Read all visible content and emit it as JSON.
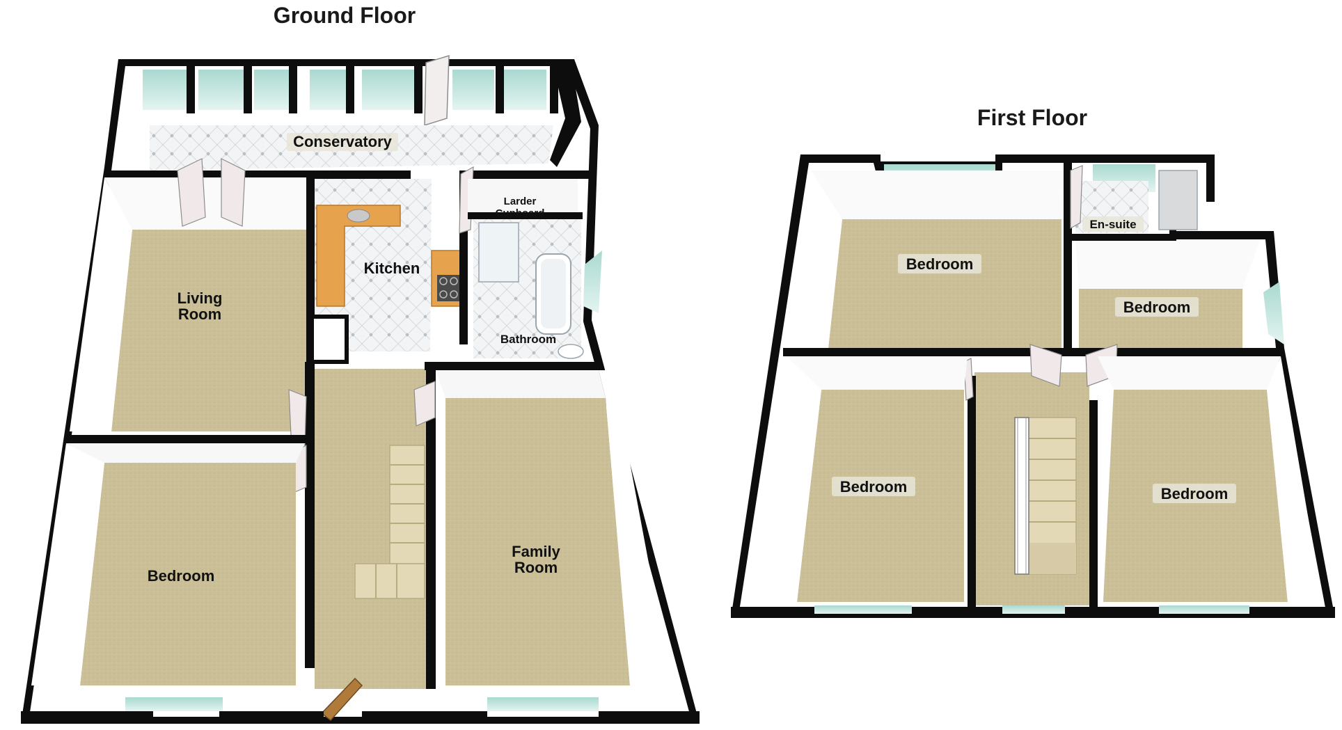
{
  "ground_floor": {
    "title": "Ground Floor",
    "rooms": {
      "conservatory": "Conservatory",
      "larder": [
        "Larder",
        "Cupboard"
      ],
      "kitchen": "Kitchen",
      "living_room": [
        "Living",
        "Room"
      ],
      "bathroom": "Bathroom",
      "bedroom": "Bedroom",
      "family_room": [
        "Family",
        "Room"
      ]
    }
  },
  "first_floor": {
    "title": "First Floor",
    "rooms": {
      "en_suite": "En-suite",
      "bedroom_1": "Bedroom",
      "bedroom_2": "Bedroom",
      "bedroom_3": "Bedroom",
      "bedroom_4": "Bedroom"
    }
  },
  "colors": {
    "wall_top": "#0b0b0b",
    "wall_face": "#ffffff",
    "carpet": "#cbbf98",
    "carpet_dark": "#b8ab80",
    "tile": "#eef0f1",
    "window": "#bfe3dc",
    "worktop": "#e7a24e",
    "door": "#f1e9e9"
  }
}
